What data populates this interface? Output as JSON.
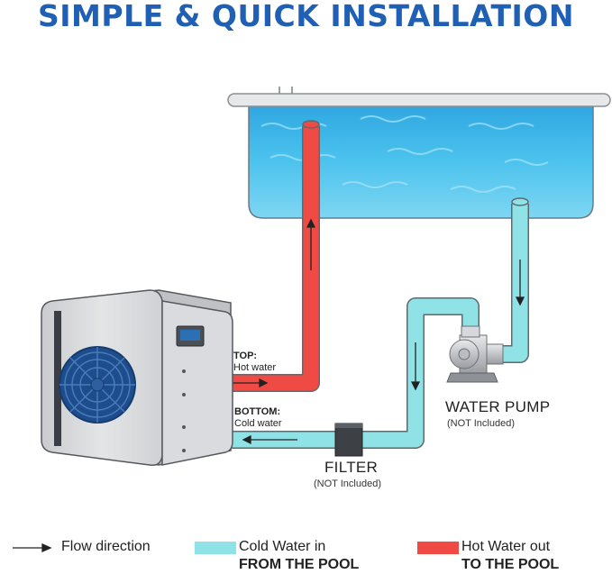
{
  "title": "SIMPLE & QUICK INSTALLATION",
  "labels": {
    "top_heading": "TOP:",
    "top_text": "Hot water",
    "bottom_heading": "BOTTOM:",
    "bottom_text": "Cold water",
    "pump": "WATER PUMP",
    "pump_note": "(NOT Included)",
    "filter": "FILTER",
    "filter_note": "(NOT Included)"
  },
  "legend": {
    "flow": "Flow direction",
    "cold_line1": "Cold Water in",
    "cold_line2": "FROM THE POOL",
    "hot_line1": "Hot Water out",
    "hot_line2": "TO THE POOL"
  },
  "colors": {
    "title": "#1f5fb4",
    "cold_pipe": "#8fe3e6",
    "hot_pipe": "#f04a45",
    "pool_water": "#38b6e6",
    "heat_pump_body": "#d5d7da",
    "fan": "#1d4d8c"
  },
  "icons": {
    "flow": "arrow-right-icon",
    "pump": "water-pump-icon",
    "filter": "filter-icon",
    "heat_pump": "heat-pump-unit-icon",
    "pool": "pool-icon"
  }
}
